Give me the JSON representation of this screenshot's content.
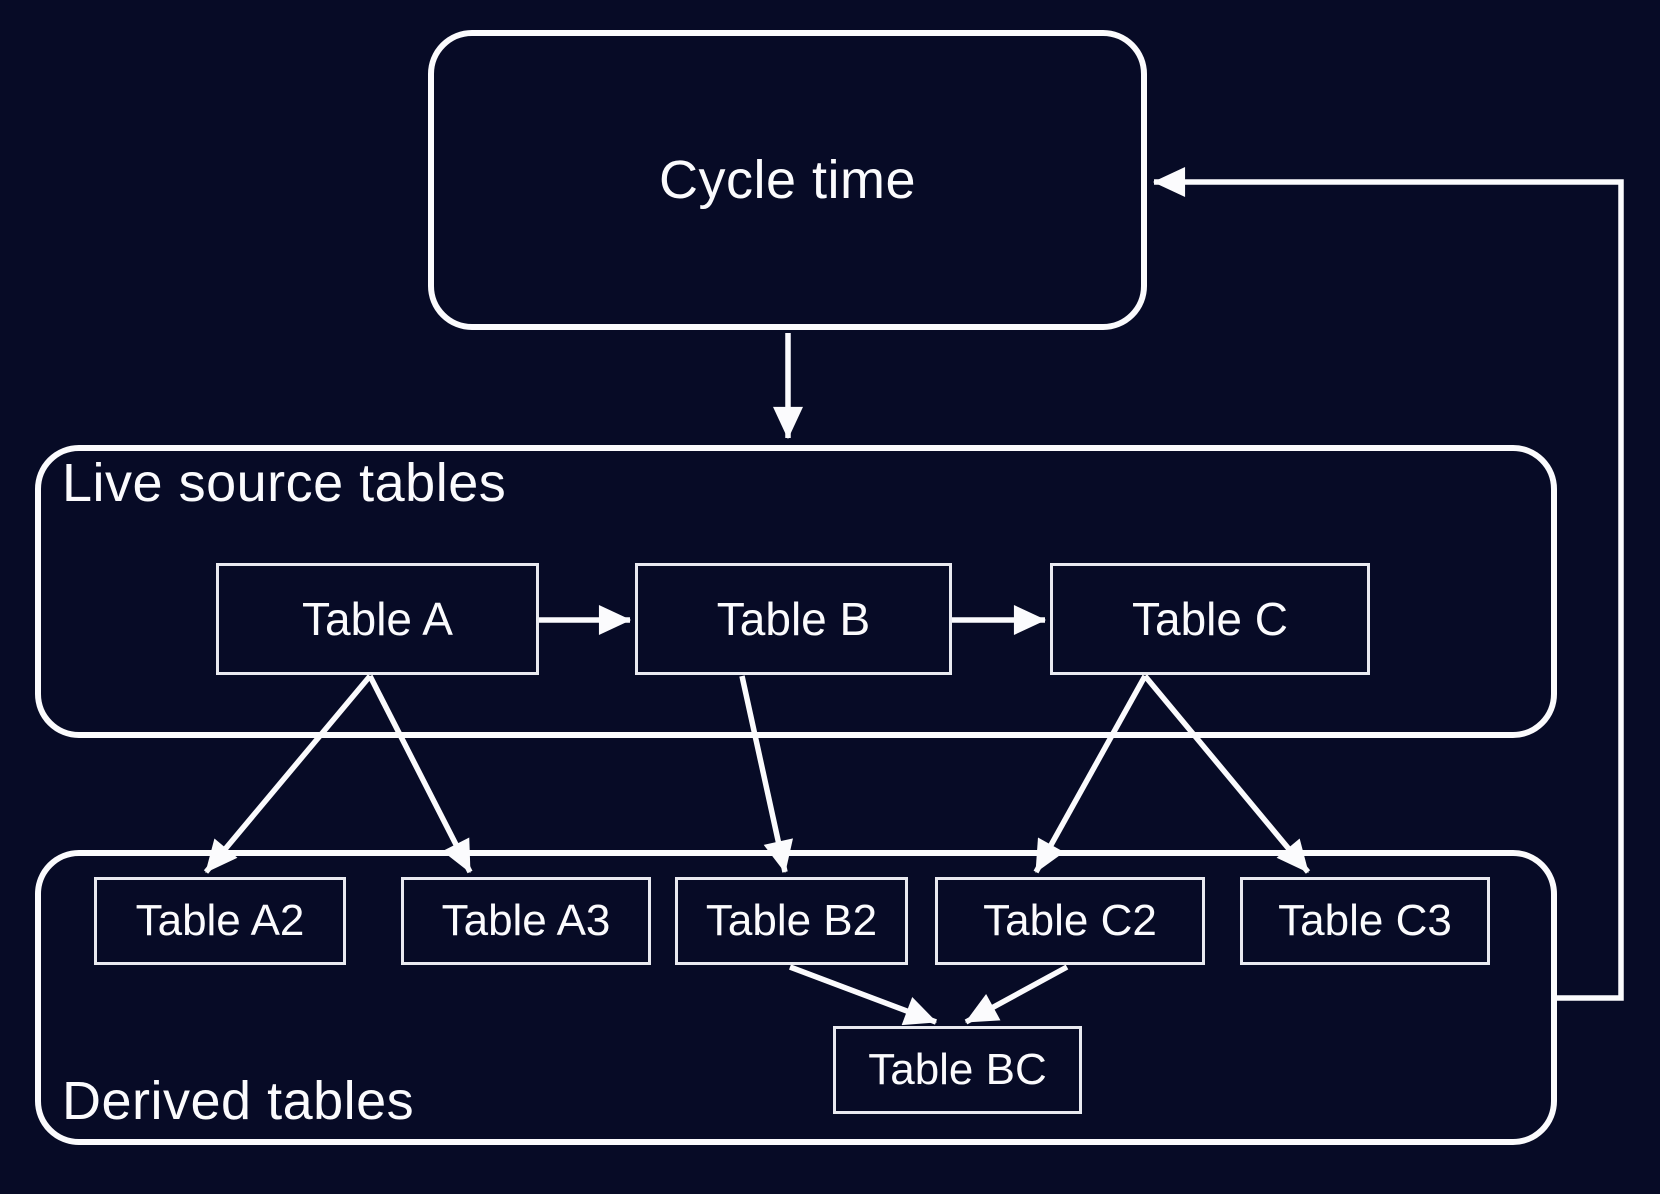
{
  "canvas": {
    "background_color": "#070b26",
    "line_color": "#fbfbfd",
    "text_color": "#ffffff"
  },
  "groups": {
    "live": {
      "label": "Live source tables"
    },
    "derived": {
      "label": "Derived tables"
    }
  },
  "nodes": {
    "cycle_time": {
      "label": "Cycle time"
    },
    "table_a": {
      "label": "Table A"
    },
    "table_b": {
      "label": "Table B"
    },
    "table_c": {
      "label": "Table C"
    },
    "table_a2": {
      "label": "Table A2"
    },
    "table_a3": {
      "label": "Table A3"
    },
    "table_b2": {
      "label": "Table B2"
    },
    "table_c2": {
      "label": "Table C2"
    },
    "table_c3": {
      "label": "Table C3"
    },
    "table_bc": {
      "label": "Table BC"
    }
  },
  "edges": [
    {
      "from": "cycle_time",
      "to": "live_source_tables"
    },
    {
      "from": "table_a",
      "to": "table_b"
    },
    {
      "from": "table_b",
      "to": "table_c"
    },
    {
      "from": "table_a",
      "to": "table_a2"
    },
    {
      "from": "table_a",
      "to": "table_a3"
    },
    {
      "from": "table_b",
      "to": "table_b2"
    },
    {
      "from": "table_c",
      "to": "table_c2"
    },
    {
      "from": "table_c",
      "to": "table_c3"
    },
    {
      "from": "table_b2",
      "to": "table_bc"
    },
    {
      "from": "table_c2",
      "to": "table_bc"
    },
    {
      "from": "derived_tables",
      "to": "cycle_time"
    }
  ]
}
